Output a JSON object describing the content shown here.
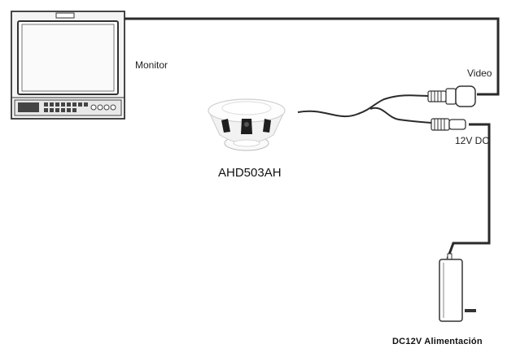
{
  "labels": {
    "monitor": "Monitor",
    "video": "Video",
    "dc": "12V DC",
    "camera": "AHD503AH",
    "power": "DC12V  Alimentación"
  },
  "icons": {
    "monitor": "crt-monitor-icon",
    "camera": "smoke-detector-camera-icon",
    "video_connector": "bnc-connector-icon",
    "dc_connector": "dc-plug-icon",
    "power_supply": "power-adapter-icon"
  },
  "colors": {
    "cable": "#2a2a2a",
    "outline": "#333333",
    "background": "#ffffff"
  }
}
